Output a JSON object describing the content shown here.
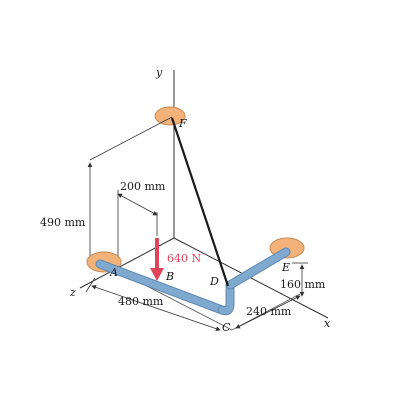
{
  "figure": {
    "axes": {
      "x": "x",
      "y": "y",
      "z": "z"
    },
    "points": {
      "A": "A",
      "B": "B",
      "C": "C",
      "D": "D",
      "E": "E",
      "F": "F"
    },
    "dimensions": {
      "height_F": "490 mm",
      "dim_AB": "200 mm",
      "dim_AC": "480 mm",
      "dim_CD": "240 mm",
      "dim_E": "160 mm"
    },
    "force": {
      "label": "640 N",
      "color": "#e0455a"
    },
    "colors": {
      "pipe": "#7fa9cf",
      "pipe_edge": "#5f8ab3",
      "bracket": "#f2b27a",
      "bracket_edge": "#c98a56",
      "cable": "#1a1a1a",
      "line": "#333333"
    }
  }
}
